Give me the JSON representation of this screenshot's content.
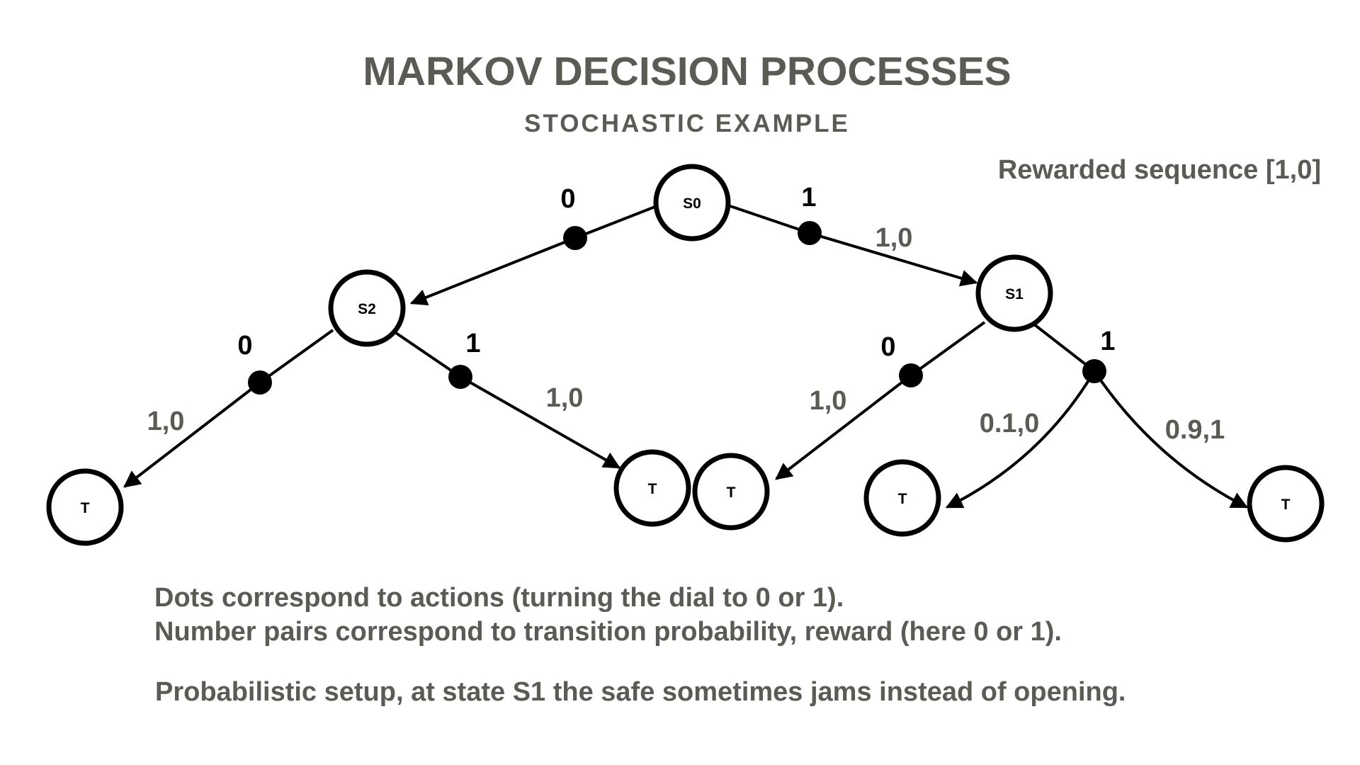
{
  "title": "MARKOV DECISION PROCESSES",
  "subtitle": "STOCHASTIC EXAMPLE",
  "reward_sequence": "Rewarded sequence [1,0]",
  "states": {
    "s0": "S0",
    "s1": "S1",
    "s2": "S2",
    "terminal": "T"
  },
  "actions": {
    "s0_action_0": "0",
    "s0_action_1": "1",
    "s2_action_0": "0",
    "s2_action_1": "1",
    "s1_action_0": "0",
    "s1_action_1": "1"
  },
  "transitions": {
    "s0_a1_to_s1": "1,0",
    "s2_a0_to_t": "1,0",
    "s2_a1_to_t": "1,0",
    "s1_a0_to_t": "1,0",
    "s1_a1_to_t_jam": "0.1,0",
    "s1_a1_to_t_open": "0.9,1"
  },
  "notes": {
    "line1": "Dots correspond to actions (turning the dial to 0 or 1).",
    "line2": "Number pairs correspond to transition probability, reward (here 0 or 1).",
    "line3": "Probabilistic setup, at state S1 the safe sometimes jams instead of opening."
  }
}
